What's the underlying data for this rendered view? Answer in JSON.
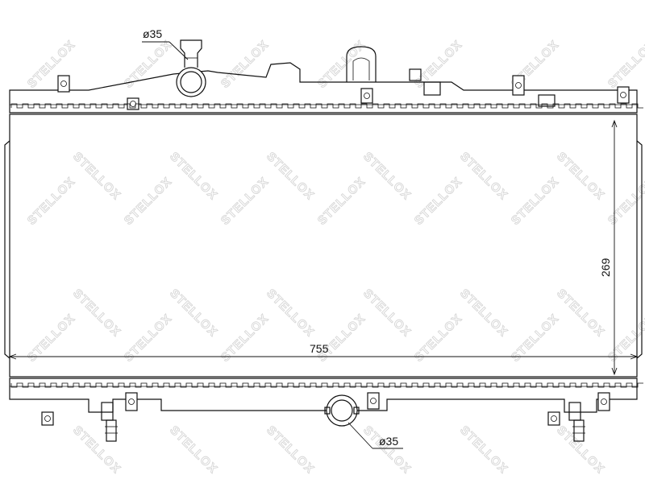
{
  "diagram": {
    "watermark": "STELLOX",
    "dimensions": {
      "width": "755",
      "height": "269",
      "inlet_diameter": "ø35",
      "outlet_diameter": "ø35"
    }
  }
}
